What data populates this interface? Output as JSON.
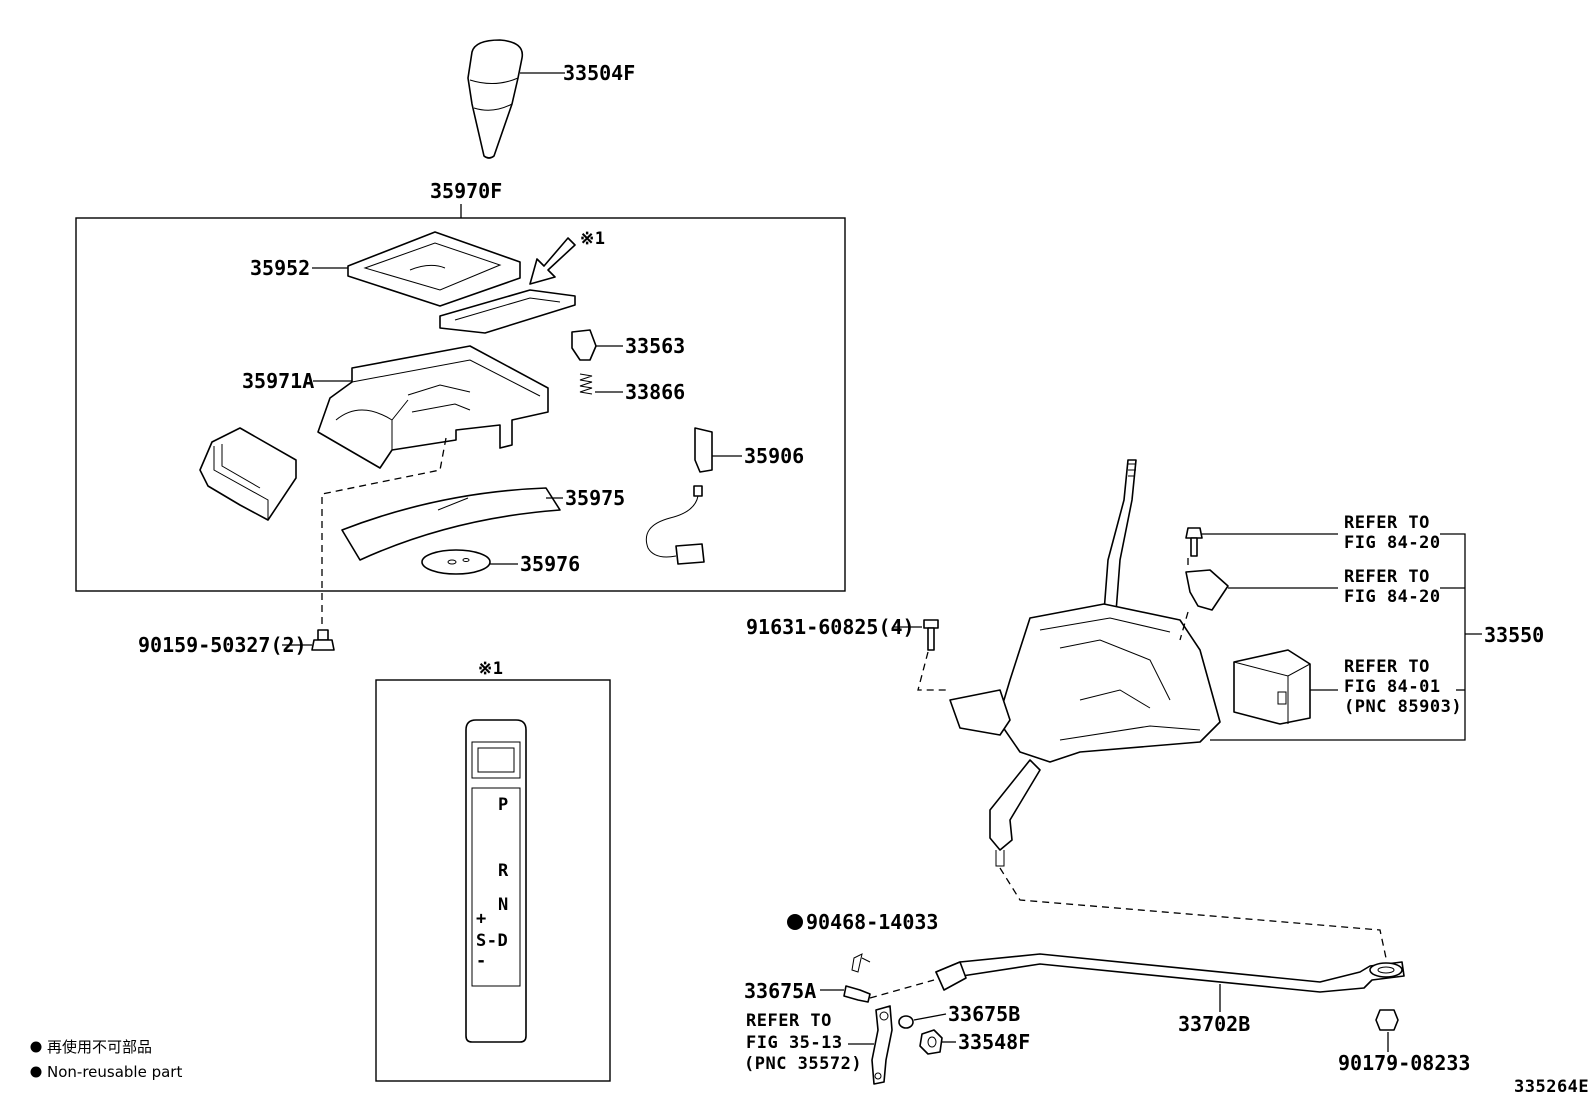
{
  "diagram": {
    "labels": {
      "knob": "33504F",
      "housing_assy": "35970F",
      "plate_35952": "35952",
      "note_mark_1": "※1",
      "cover_33563": "33563",
      "spring_33866": "33866",
      "housing_35971a": "35971A",
      "bracket_35906": "35906",
      "indicator_35975": "35975",
      "disc_35976": "35976",
      "screw_90159": "90159-50327(2)",
      "bolt_91631": "91631-60825(4)",
      "shift_lever_assy": "33550",
      "clip_90468": "90468-14033",
      "pin_33675a": "33675A",
      "bushing_33675b": "33675B",
      "bushing_33548f": "33548F",
      "rod_33702b": "33702B",
      "nut_90179": "90179-08233",
      "note_mark_2": "※1",
      "diagram_id": "335264E"
    },
    "refer_to": [
      {
        "line1": "REFER TO",
        "line2": "FIG 84-20",
        "line3": ""
      },
      {
        "line1": "REFER TO",
        "line2": "FIG 84-20",
        "line3": ""
      },
      {
        "line1": "REFER TO",
        "line2": "FIG 84-01",
        "line3": "(PNC 85903)"
      },
      {
        "line1": "REFER TO",
        "line2": "FIG 35-13",
        "line3": "(PNC 35572)"
      }
    ],
    "gear_positions": {
      "p": "P",
      "r": "R",
      "n": "N",
      "plus": "+",
      "sd": "S-D",
      "minus": "-"
    },
    "legend": [
      {
        "text": "再使用不可部品"
      },
      {
        "text": "Non-reusable part"
      }
    ]
  }
}
